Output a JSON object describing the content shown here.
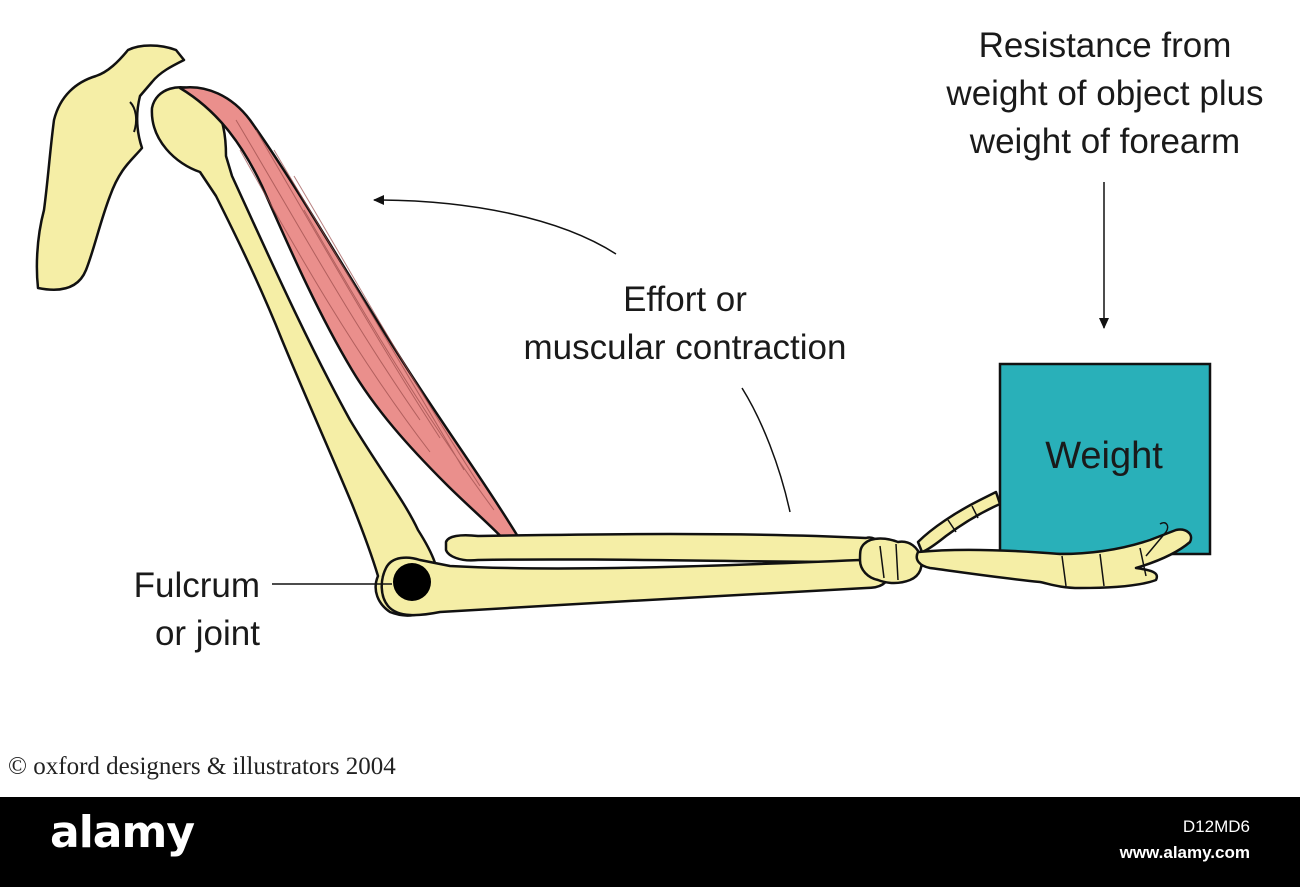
{
  "labels": {
    "resistance": [
      "Resistance from",
      "weight of object plus",
      "weight of forearm"
    ],
    "effort": [
      "Effort or",
      "muscular contraction"
    ],
    "fulcrum": [
      "Fulcrum",
      "or joint"
    ],
    "weight": "Weight"
  },
  "copyright": "© oxford designers & illustrators 2004",
  "footer": {
    "brand": "alamy",
    "image_id": "D12MD6",
    "url": "www.alamy.com"
  },
  "colors": {
    "bone": "#f5eea6",
    "muscle": "#ea8f8c",
    "weight_box": "#29b0b9",
    "outline": "#111111"
  }
}
